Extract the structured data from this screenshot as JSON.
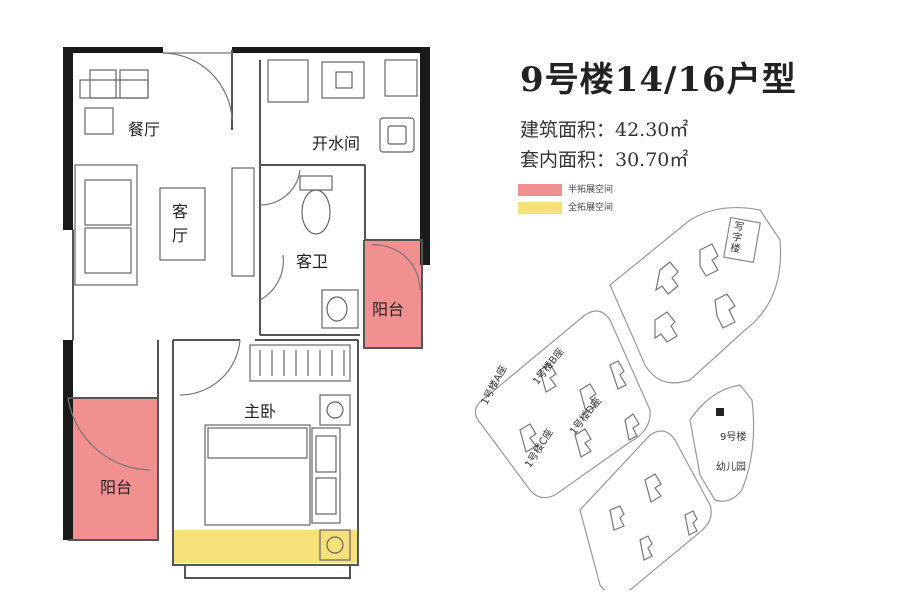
{
  "title": "9号楼14/16户型",
  "areas": {
    "building_area": "建筑面积：42.30㎡",
    "inner_area": "套内面积：30.70㎡"
  },
  "legend": [
    {
      "label": "半拓展空间",
      "color": "#f09090"
    },
    {
      "label": "全拓展空间",
      "color": "#f5e07a"
    }
  ],
  "rooms": {
    "dining": "餐厅",
    "living": "客厅",
    "water_room": "开水间",
    "bathroom": "客卫",
    "balcony_right": "阳台",
    "master_bedroom": "主卧",
    "balcony_left": "阳台"
  },
  "site_plan": {
    "office": "写字楼",
    "tower_a": "1号楼A座",
    "tower_b": "1号楼B座",
    "tower_c": "1号楼C座",
    "tower_d": "1号楼D座",
    "building_9": "9号楼",
    "kindergarten": "幼儿园"
  },
  "colors": {
    "wall": "#1a1a1a",
    "line": "#666666",
    "half_extend": "#f09090",
    "full_extend": "#f5e07a"
  }
}
